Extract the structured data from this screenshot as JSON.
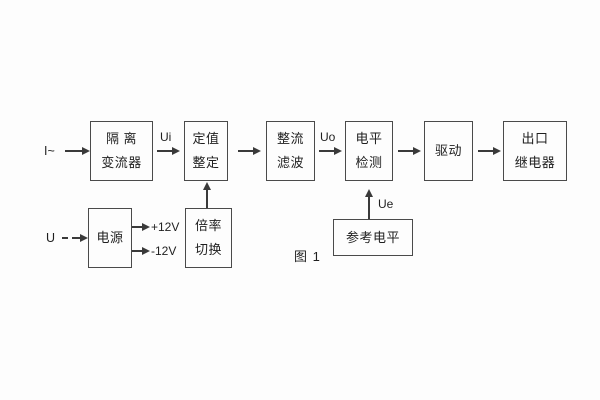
{
  "figure": {
    "caption": "图 1"
  },
  "labels": {
    "input_current": "I~",
    "input_voltage": "U",
    "ui": "Ui",
    "uo": "Uo",
    "ue": "Ue",
    "plus_12v": "+12V",
    "minus_12v": "-12V"
  },
  "blocks": {
    "isolation_transformer": {
      "line1": "隔 离",
      "line2": "变流器"
    },
    "setpoint_adjust": {
      "line1": "定值",
      "line2": "整定"
    },
    "rectify_filter": {
      "line1": "整流",
      "line2": "滤波"
    },
    "level_detect": {
      "line1": "电平",
      "line2": "检测"
    },
    "drive": {
      "line1": "驱动"
    },
    "output_relay": {
      "line1": "出口",
      "line2": "继电器"
    },
    "power_supply": {
      "line1": "电源"
    },
    "ratio_switch": {
      "line1": "倍率",
      "line2": "切换"
    },
    "reference_level": {
      "line1": "参考电平"
    }
  },
  "colors": {
    "line": "#3a3a3a",
    "border": "#4a4a4a",
    "background": "#fdfdfd"
  }
}
